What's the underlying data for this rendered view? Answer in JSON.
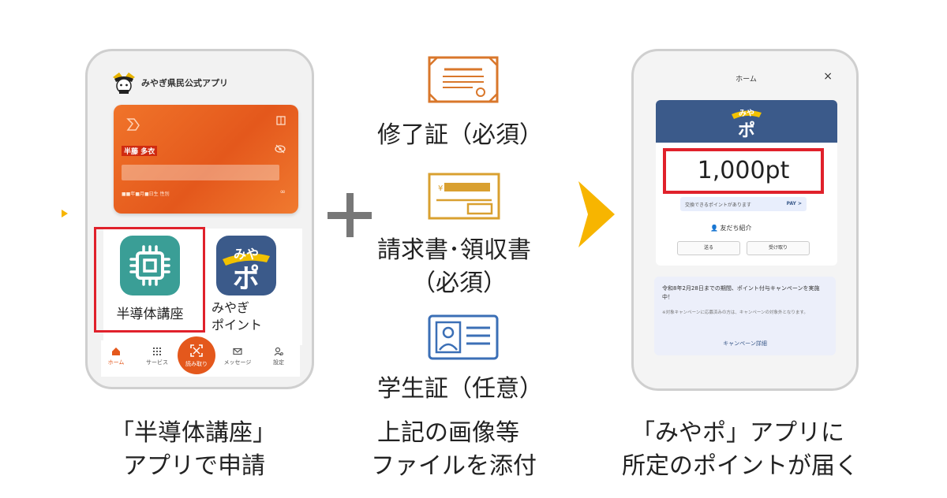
{
  "left_phone": {
    "app_title": "みやぎ県民公式アプリ",
    "card": {
      "name": "半藤 多衣",
      "meta": "■■年■月■日生  性別",
      "link_symbol": "∞"
    },
    "apps": [
      {
        "label": "半導体講座",
        "icon": "chip-icon",
        "color": "#3a9e96"
      },
      {
        "label_line1": "みやぎ",
        "label_line2": "ポイント",
        "icon": "miyapo-icon",
        "icon_text_top": "みや",
        "icon_text_bottom": "ポ",
        "color": "#3b5a8a"
      }
    ],
    "tabs": [
      {
        "label": "ホーム",
        "icon": "home-icon",
        "active": true
      },
      {
        "label": "サービス",
        "icon": "grid-icon"
      },
      {
        "label": "読み取り",
        "icon": "scan-icon"
      },
      {
        "label": "メッセージ",
        "icon": "mail-icon"
      },
      {
        "label": "設定",
        "icon": "settings-icon"
      }
    ]
  },
  "documents": [
    {
      "label": "修了証（必須）",
      "icon": "certificate-icon"
    },
    {
      "label_line1": "請求書･領収書",
      "label_line2": "（必須）",
      "icon": "invoice-icon"
    },
    {
      "label": "学生証（任意）",
      "icon": "id-card-icon"
    }
  ],
  "right_phone": {
    "title": "ホーム",
    "close": "×",
    "logo_top": "みや",
    "logo_bottom": "ポ",
    "points": "1,000pt",
    "note": "交換できるポイントがあります",
    "note_link": "PAY >",
    "friend": "友だち紹介",
    "buttons": [
      "送る",
      "受け取り"
    ],
    "campaign_title": "令和8年2月28日までの期間、ポイント付与キャンペーンを実施中！",
    "campaign_body": "※対象キャンペーンに応募済みの方は、キャンペーンの対象外となります。",
    "campaign_link": "キャンペーン詳細"
  },
  "captions": {
    "left_line1": "「半導体講座」",
    "left_line2": "アプリで申請",
    "middle_line1": "上記の画像等",
    "middle_line2": "ファイルを添付",
    "right_line1": "「みやポ」アプリに",
    "right_line2": "所定のポイントが届く"
  },
  "colors": {
    "accent_orange": "#e4581c",
    "semi_teal": "#3a9e96",
    "miyapo_navy": "#3b5a8a",
    "highlight_red": "#e0212b",
    "arrow_yellow": "#f7b500",
    "doc_orange": "#d9772b",
    "doc_gold": "#d9a030",
    "doc_blue": "#3b6fb6"
  }
}
